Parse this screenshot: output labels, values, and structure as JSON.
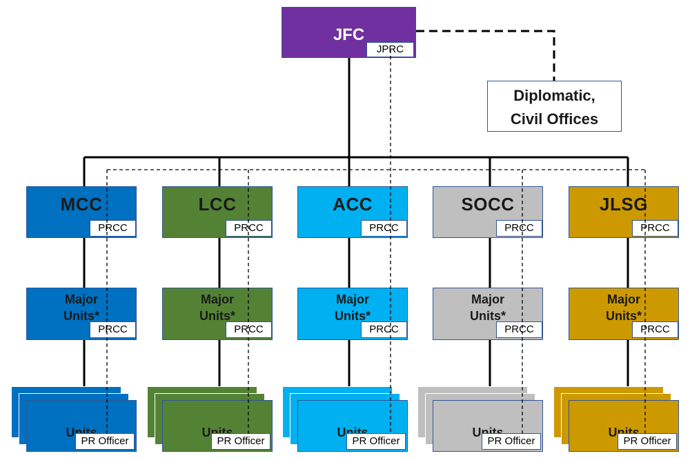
{
  "top": {
    "label": "JFC",
    "tag": "JPRC",
    "color": "#7030a0"
  },
  "diplomatic": {
    "line1": "Diplomatic,",
    "line2": "Civil Offices"
  },
  "columns": [
    {
      "label": "MCC",
      "tag": "PRCC",
      "color": "#0070c0"
    },
    {
      "label": "LCC",
      "tag": "PRCC",
      "color": "#548235"
    },
    {
      "label": "ACC",
      "tag": "PRCC",
      "color": "#00b0f0"
    },
    {
      "label": "SOCC",
      "tag": "PRCC",
      "color": "#bfbfbf"
    },
    {
      "label": "JLSG",
      "tag": "PRCC",
      "color": "#cc9900"
    }
  ],
  "major": {
    "line1": "Major",
    "line2": "Units*",
    "tag": "PRCC"
  },
  "units": {
    "label": "Units",
    "tag": "PR Officer"
  }
}
